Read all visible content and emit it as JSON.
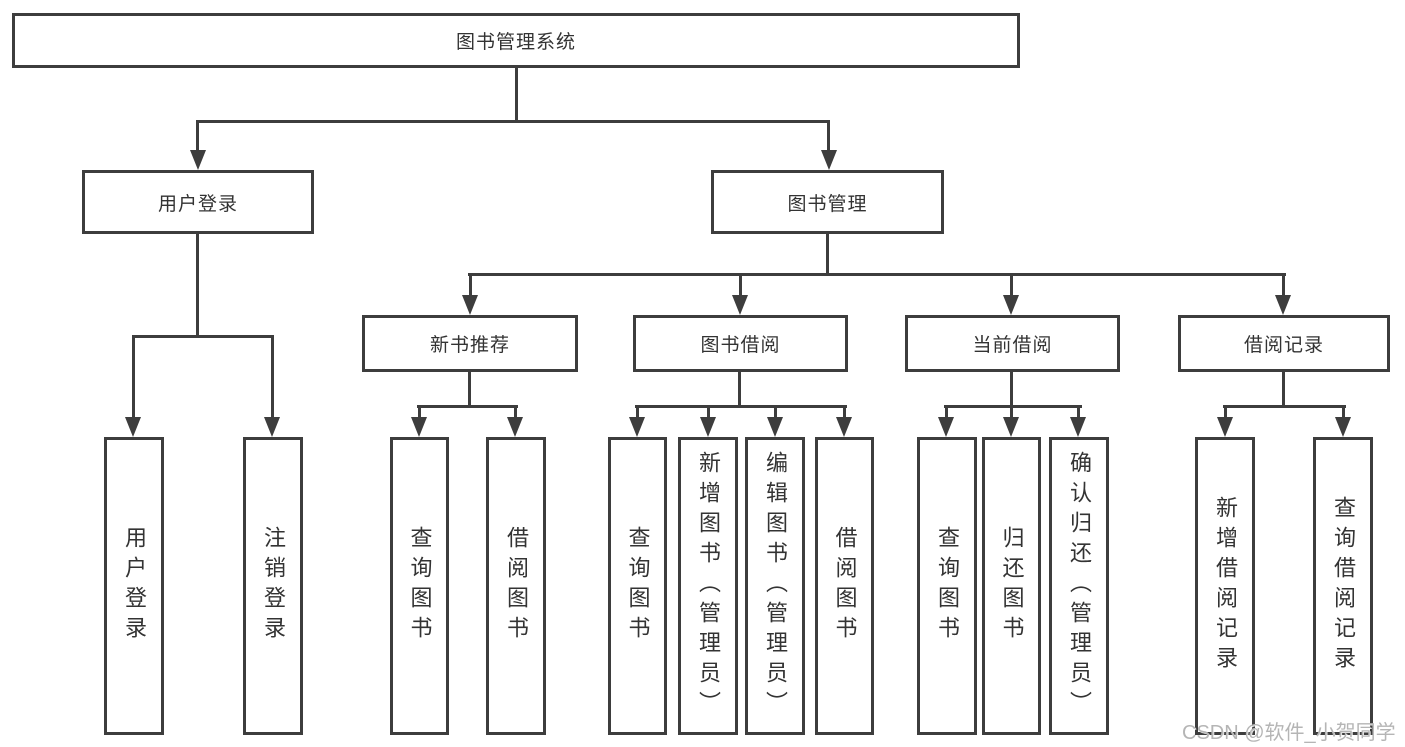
{
  "colors": {
    "line": "#3d3d3d",
    "text": "#333333",
    "background": "#ffffff",
    "watermark": "#b5b5b5"
  },
  "diagram": {
    "root": {
      "label": "图书管理系统"
    },
    "branches": [
      {
        "label": "用户登录",
        "children": [
          {
            "label": "用户登录"
          },
          {
            "label": "注销登录"
          }
        ]
      },
      {
        "label": "图书管理",
        "children": [
          {
            "label": "新书推荐",
            "children": [
              {
                "label": "查询图书"
              },
              {
                "label": "借阅图书"
              }
            ]
          },
          {
            "label": "图书借阅",
            "children": [
              {
                "label": "查询图书"
              },
              {
                "label": "新增图书（管理员）"
              },
              {
                "label": "编辑图书（管理员）"
              },
              {
                "label": "借阅图书"
              }
            ]
          },
          {
            "label": "当前借阅",
            "children": [
              {
                "label": "查询图书"
              },
              {
                "label": "归还图书"
              },
              {
                "label": "确认归还（管理员）"
              }
            ]
          },
          {
            "label": "借阅记录",
            "children": [
              {
                "label": "新增借阅记录"
              },
              {
                "label": "查询借阅记录"
              }
            ]
          }
        ]
      }
    ]
  },
  "watermark": {
    "text": "CSDN @软件_小贺同学"
  }
}
